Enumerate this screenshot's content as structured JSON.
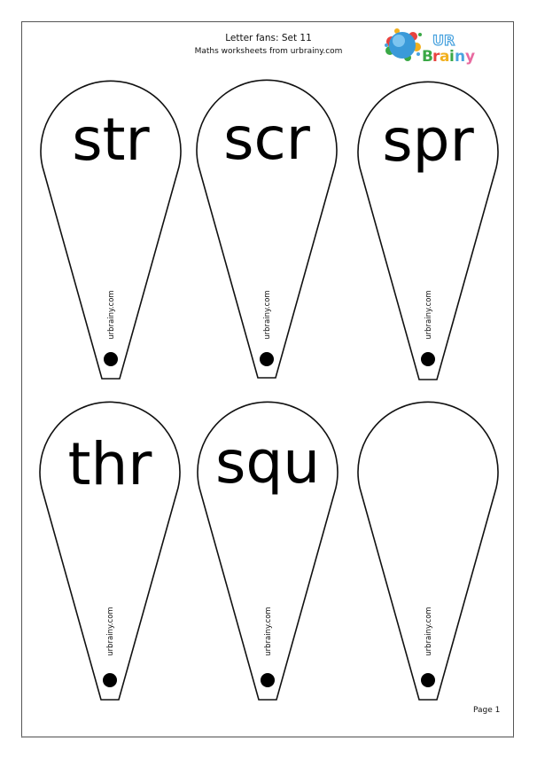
{
  "header": {
    "title": "Letter fans: Set 11",
    "subtitle": "Maths worksheets from urbrainy.com"
  },
  "logo": {
    "line1": "UR",
    "line2": "Brainy",
    "colors": {
      "globe": "#3a9ad9",
      "u": "#4aa3df",
      "r_top": "#4aa3df",
      "b": "#3aa846",
      "r": "#e8423f",
      "a": "#f2b01e",
      "i": "#3aa846",
      "n": "#4aa3df",
      "y": "#e86aa0"
    }
  },
  "fans": [
    {
      "letters": "str",
      "url": "urbrainy.com"
    },
    {
      "letters": "scr",
      "url": "urbrainy.com"
    },
    {
      "letters": "spr",
      "url": "urbrainy.com"
    },
    {
      "letters": "thr",
      "url": "urbrainy.com"
    },
    {
      "letters": "squ",
      "url": "urbrainy.com"
    },
    {
      "letters": "",
      "url": "urbrainy.com"
    }
  ],
  "footer": {
    "page_label": "Page 1"
  }
}
